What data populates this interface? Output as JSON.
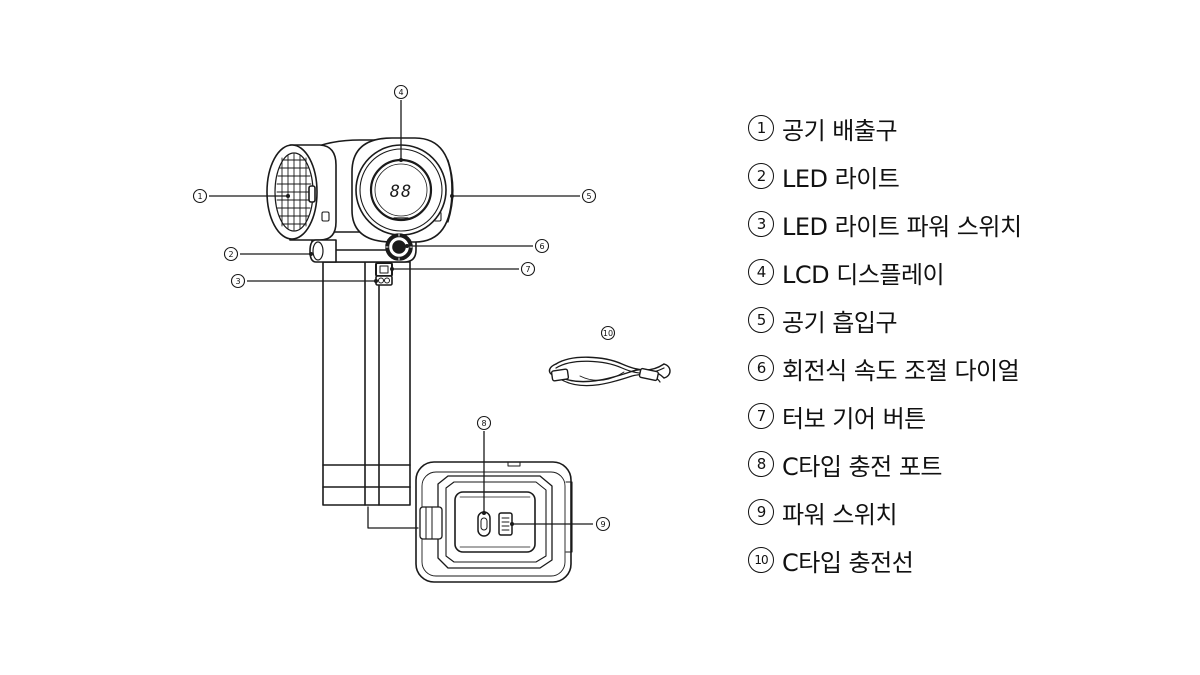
{
  "legend": [
    {
      "num": "1",
      "label": "공기 배출구"
    },
    {
      "num": "2",
      "label": "LED 라이트"
    },
    {
      "num": "3",
      "label": "LED 라이트 파워 스위치"
    },
    {
      "num": "4",
      "label": "LCD 디스플레이"
    },
    {
      "num": "5",
      "label": "공기 흡입구"
    },
    {
      "num": "6",
      "label": "회전식 속도 조절 다이얼"
    },
    {
      "num": "7",
      "label": "터보 기어 버튼"
    },
    {
      "num": "8",
      "label": "C타입 충전 포트"
    },
    {
      "num": "9",
      "label": "파워 스위치"
    },
    {
      "num": "10",
      "label": "C타입 충전선"
    }
  ],
  "callouts": {
    "c1": "1",
    "c2": "2",
    "c3": "3",
    "c4": "4",
    "c5": "5",
    "c6": "6",
    "c7": "7",
    "c8": "8",
    "c9": "9",
    "c10": "10"
  },
  "display": {
    "digits": "88"
  }
}
